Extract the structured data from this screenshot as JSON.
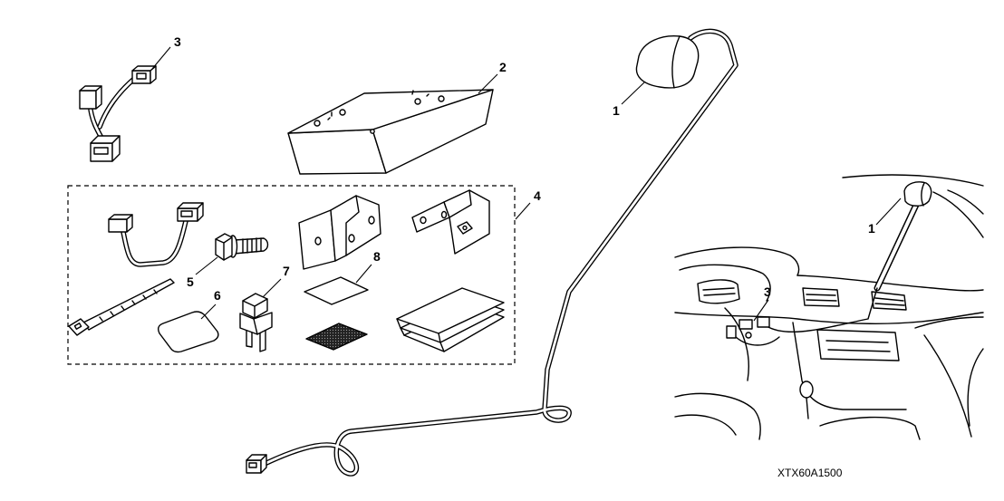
{
  "diagram_code": "XTX60A1500",
  "callouts": {
    "sub_harness": "3",
    "control_unit": "2",
    "roof_unit": "1",
    "hardware_kit": "4",
    "bolt": "5",
    "pad": "6",
    "clip": "7",
    "tape": "8",
    "roof_unit_installed": "1",
    "sub_harness_installed": "3"
  }
}
